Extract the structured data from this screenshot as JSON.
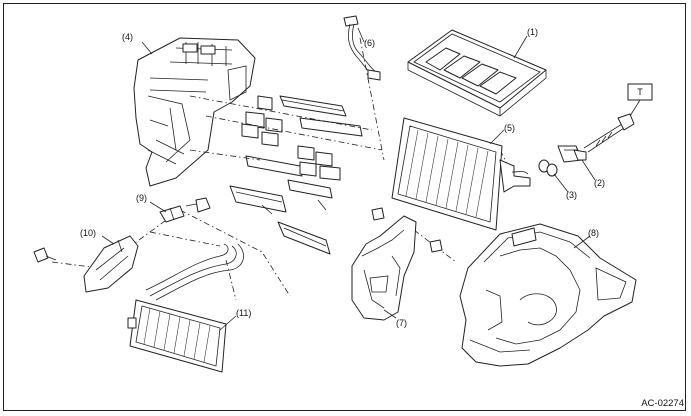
{
  "parts": [
    {
      "key": "p1",
      "label": "(1)"
    },
    {
      "key": "p2",
      "label": "(2)"
    },
    {
      "key": "p3",
      "label": "(3)"
    },
    {
      "key": "p4",
      "label": "(4)"
    },
    {
      "key": "p5",
      "label": "(5)"
    },
    {
      "key": "p6",
      "label": "(6)"
    },
    {
      "key": "p7",
      "label": "(7)"
    },
    {
      "key": "p8",
      "label": "(8)"
    },
    {
      "key": "p9",
      "label": "(9)"
    },
    {
      "key": "p10",
      "label": "(10)"
    },
    {
      "key": "p11",
      "label": "(11)"
    }
  ],
  "torque_box": {
    "label": "T"
  },
  "figure_code": "AC-02274"
}
